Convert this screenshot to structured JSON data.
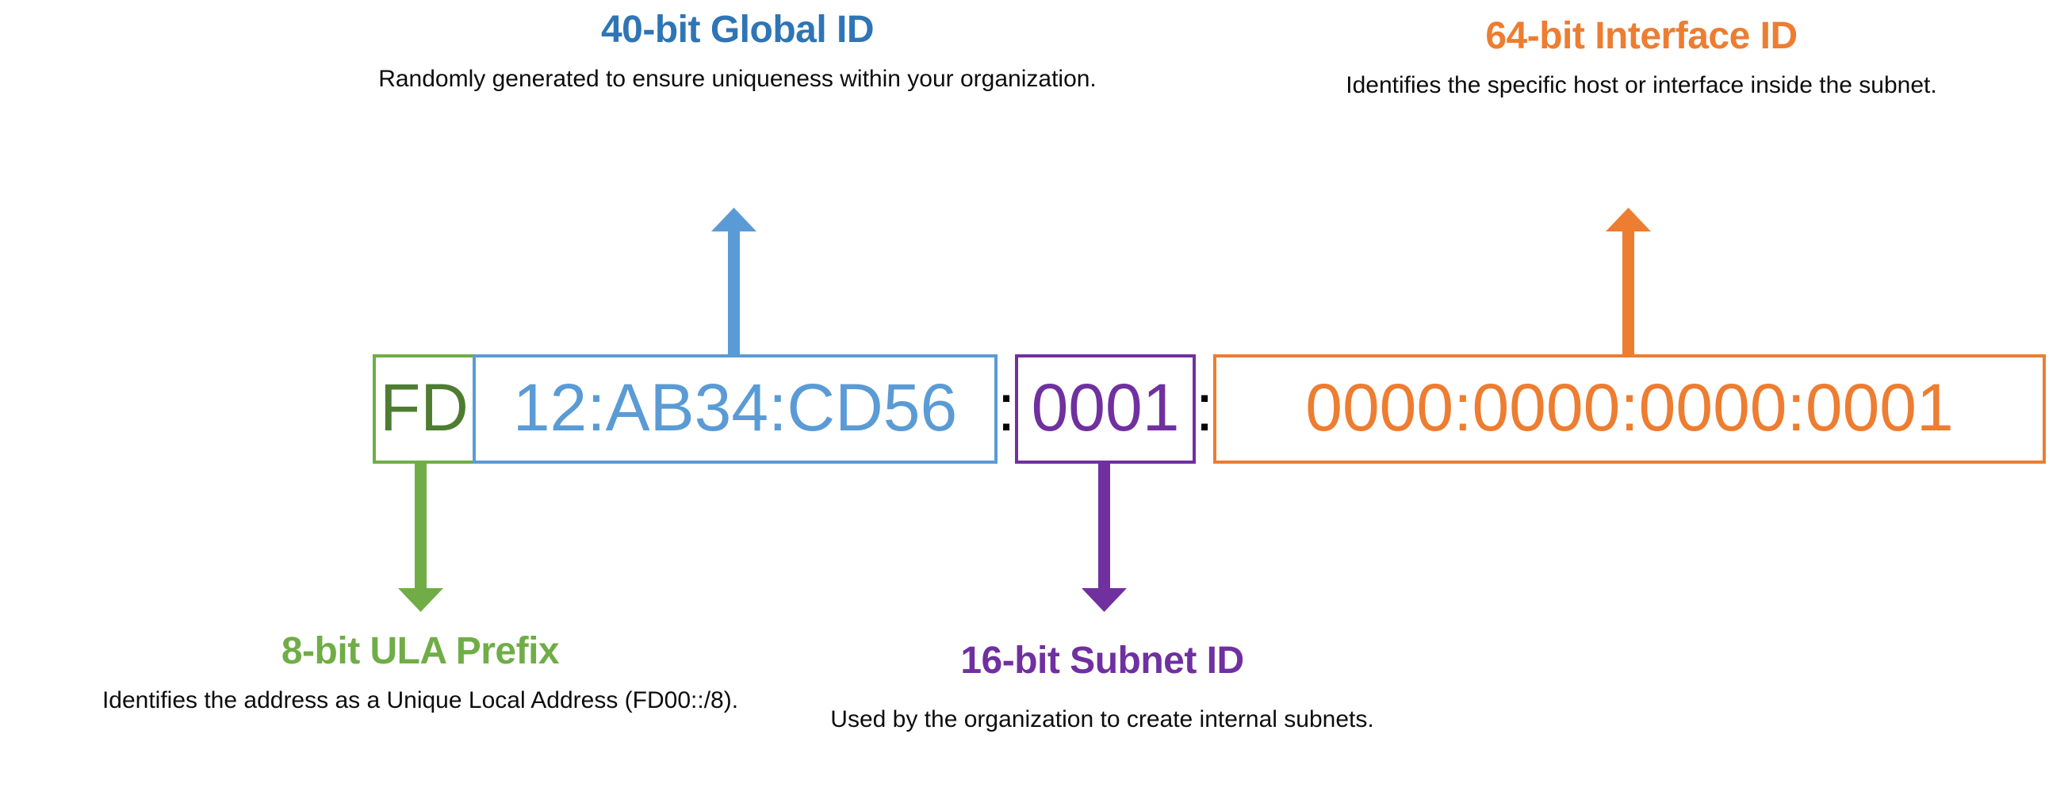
{
  "diagram": {
    "title_hidden": "IPv6 Unique Local Address (ULA) structure breakdown",
    "background_color": "#FFFFFF"
  },
  "address": {
    "full": "FD12:AB34:CD56:0001:0000:0000:0000:0001",
    "separator": ":",
    "segments": [
      {
        "id": "ula-prefix",
        "text": "FD",
        "text_color": "#4E7D32",
        "border_color": "#70AD47",
        "bits": 8
      },
      {
        "id": "global-id",
        "text": "12:AB34:CD56",
        "text_color": "#5B9BD5",
        "border_color": "#5B9BD5",
        "bits": 40
      },
      {
        "id": "subnet-id",
        "text": "0001",
        "text_color": "#7030A0",
        "border_color": "#7030A0",
        "bits": 16
      },
      {
        "id": "interface-id",
        "text": "0000:0000:0000:0001",
        "text_color": "#ED7D31",
        "border_color": "#ED7D31",
        "bits": 64
      }
    ]
  },
  "annotations": {
    "global_id": {
      "title": "40-bit Global ID",
      "color": "#2E75B6",
      "description": "Randomly generated to ensure uniqueness within your organization."
    },
    "interface_id": {
      "title": "64-bit Interface ID",
      "color": "#ED7D31",
      "description": "Identifies the specific host or interface inside the subnet."
    },
    "ula_prefix": {
      "title": "8-bit ULA Prefix",
      "color": "#70AD47",
      "description": "Identifies the address as a Unique Local Address (FD00::/8)."
    },
    "subnet_id": {
      "title": "16-bit Subnet ID",
      "color": "#7030A0",
      "description": "Used by the organization to create internal subnets."
    }
  },
  "arrows": [
    {
      "id": "global-id-arrow",
      "color": "#5B9BD5",
      "direction": "up"
    },
    {
      "id": "interface-id-arrow",
      "color": "#ED7D31",
      "direction": "up"
    },
    {
      "id": "ula-prefix-arrow",
      "color": "#70AD47",
      "direction": "down"
    },
    {
      "id": "subnet-id-arrow",
      "color": "#7030A0",
      "direction": "down"
    }
  ]
}
